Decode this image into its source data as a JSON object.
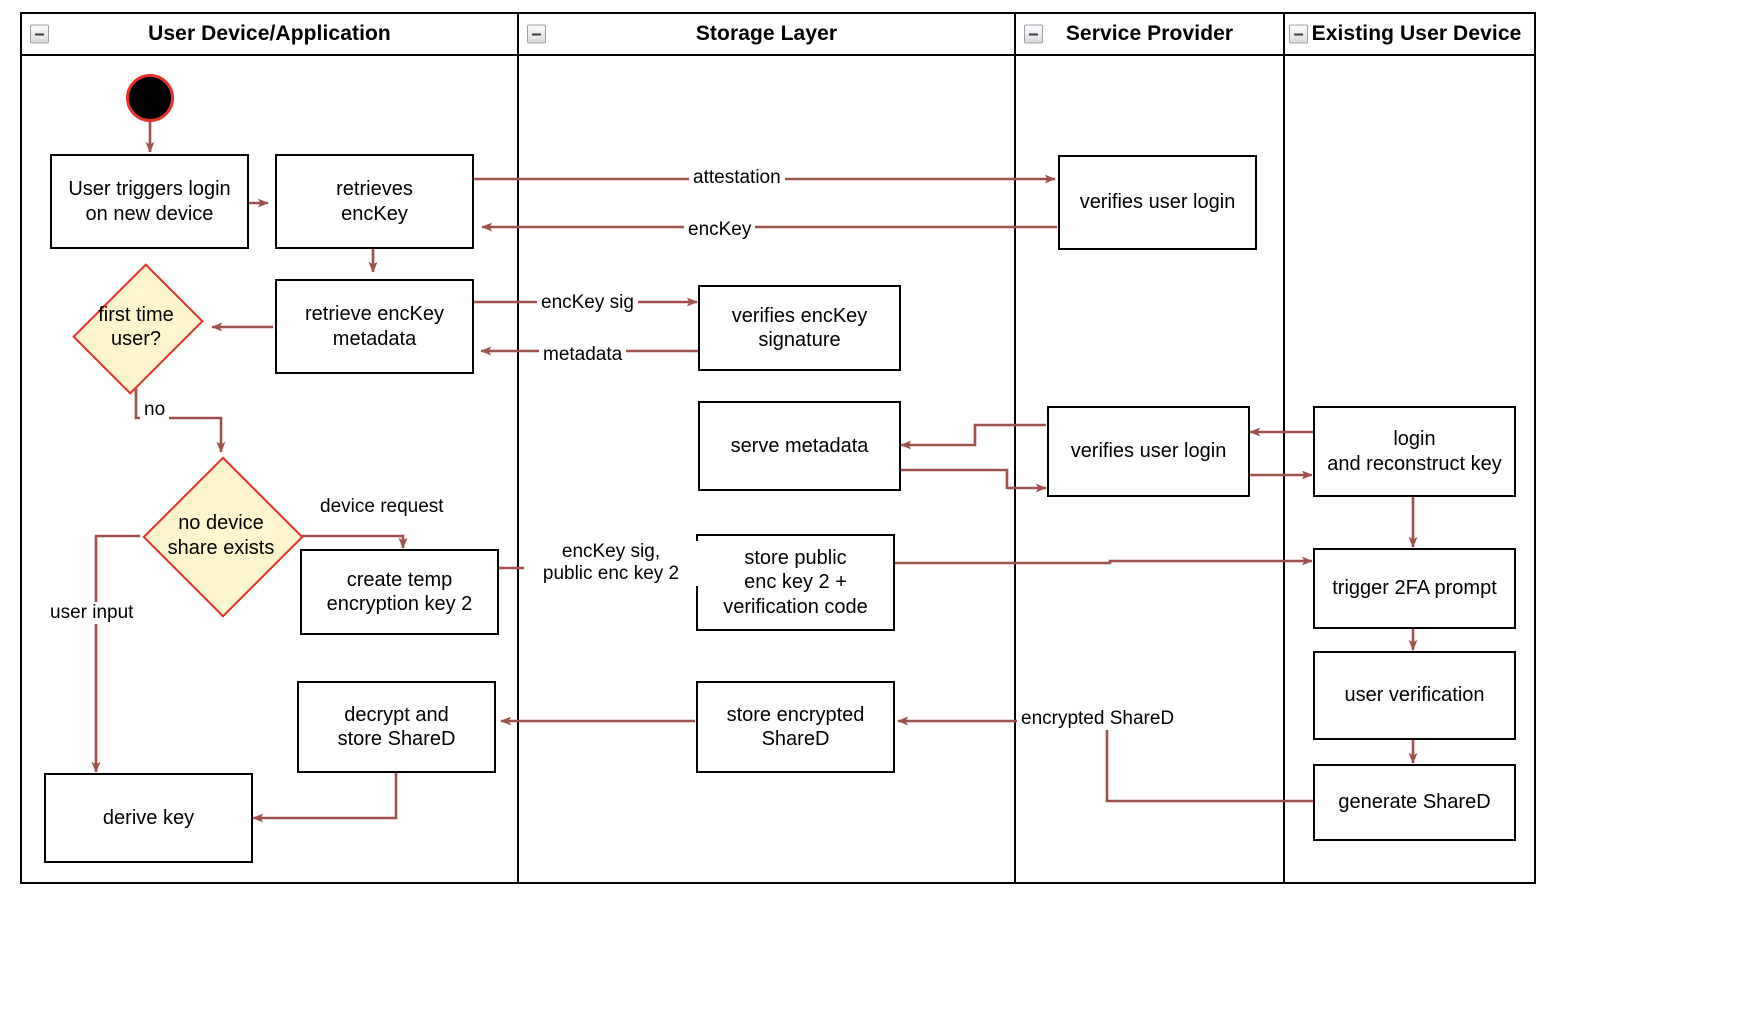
{
  "diagram": {
    "type": "uml-activity-swimlane",
    "accent_color": "#a0504a",
    "decision_fill": "#fdf6cd",
    "decision_border": "#e8302a",
    "start_node_fill": "#000000"
  },
  "lanes": [
    {
      "id": "lane-user-device",
      "title": "User Device/Application",
      "collapse_icon": "minus-icon"
    },
    {
      "id": "lane-storage",
      "title": "Storage Layer",
      "collapse_icon": "minus-icon"
    },
    {
      "id": "lane-service",
      "title": "Service Provider",
      "collapse_icon": "minus-icon"
    },
    {
      "id": "lane-existing-device",
      "title": "Existing User Device",
      "collapse_icon": "minus-icon"
    }
  ],
  "nodes": {
    "start": {
      "kind": "initial-node",
      "label": ""
    },
    "user_triggers_login": {
      "kind": "action",
      "label": "User triggers login\non new device"
    },
    "retrieves_enckey": {
      "kind": "action",
      "label": "retrieves\nencKey"
    },
    "retrieve_metadata": {
      "kind": "action",
      "label": "retrieve encKey\nmetadata"
    },
    "first_time_user": {
      "kind": "decision",
      "label": "first time\nuser?"
    },
    "no_device_share": {
      "kind": "decision",
      "label": "no device\nshare exists"
    },
    "create_temp_key": {
      "kind": "action",
      "label": "create temp\nencryption key 2"
    },
    "decrypt_store": {
      "kind": "action",
      "label": "decrypt and\nstore ShareD"
    },
    "derive_key": {
      "kind": "action",
      "label": "derive key"
    },
    "verifies_sig": {
      "kind": "action",
      "label": "verifies encKey\nsignature"
    },
    "serve_metadata": {
      "kind": "action",
      "label": "serve metadata"
    },
    "store_public_key": {
      "kind": "action",
      "label": "store public\nenc key 2 +\nverification code"
    },
    "store_encrypted": {
      "kind": "action",
      "label": "store encrypted\nShareD"
    },
    "verifies_login_1": {
      "kind": "action",
      "label": "verifies user login"
    },
    "verifies_login_2": {
      "kind": "action",
      "label": "verifies user login"
    },
    "login_reconstruct": {
      "kind": "action",
      "label": "login\nand reconstruct key"
    },
    "trigger_2fa": {
      "kind": "action",
      "label": "trigger 2FA prompt"
    },
    "user_verification": {
      "kind": "action",
      "label": "user verification"
    },
    "generate_shared": {
      "kind": "action",
      "label": "generate ShareD"
    }
  },
  "edge_labels": {
    "attestation": "attestation",
    "enckey": "encKey",
    "enckey_sig": "encKey sig",
    "metadata": "metadata",
    "no": "no",
    "device_request": "device request",
    "enckey_sig_pub": "encKey sig,\npublic enc key 2",
    "user_input": "user input",
    "encrypted_shared": "encrypted ShareD"
  }
}
